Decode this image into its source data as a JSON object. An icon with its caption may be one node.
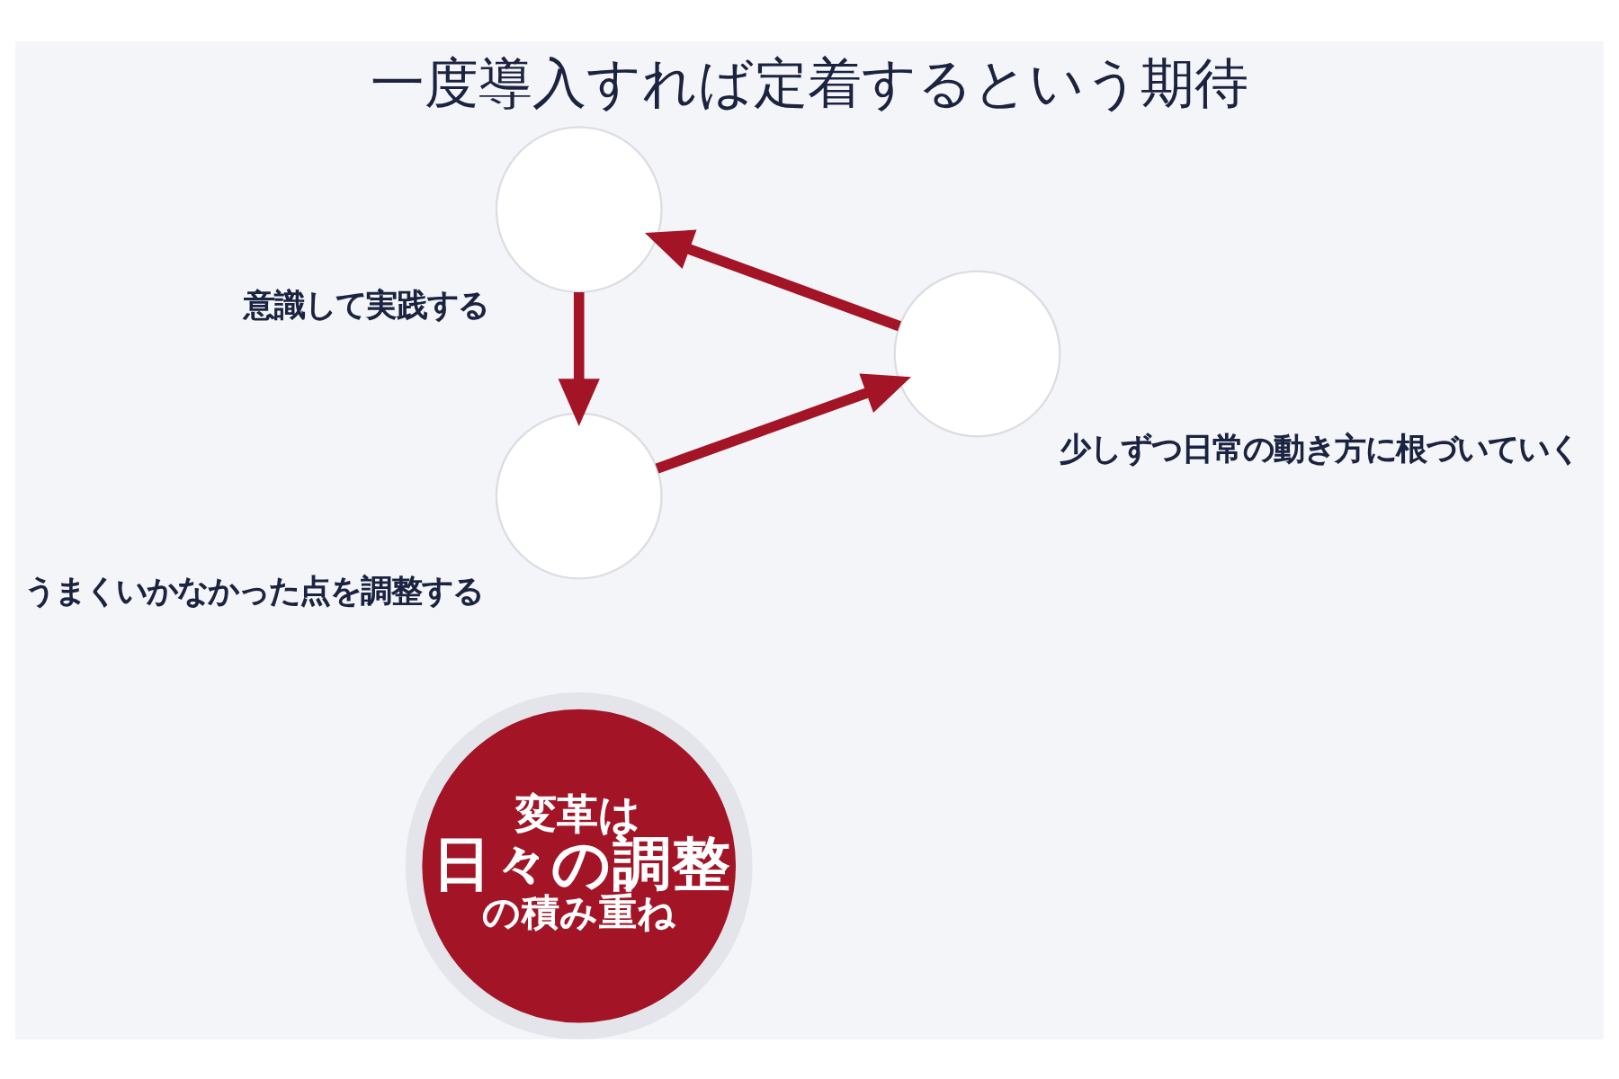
{
  "diagram": {
    "title": "一度導入すれば定着するという期待",
    "nodes": [
      {
        "text": [
          "変革は",
          "日々の調整",
          "の積み重ね"
        ]
      },
      {
        "text": [],
        "shape": "circle",
        "beside": [
          "意識して実践する"
        ]
      },
      {
        "text": [],
        "shape": "circle",
        "beside": [
          "うまくいかなかった点を調整する"
        ]
      },
      {
        "text": [],
        "shape": "circle",
        "beside": [
          "少しずつ日常の動き方に根づいていく"
        ]
      }
    ],
    "edges": [
      {
        "from": 3,
        "to": 1,
        "arrow": "to"
      },
      {
        "from": 1,
        "to": 2,
        "arrow": "to"
      },
      {
        "from": 2,
        "to": 3,
        "arrow": "to"
      }
    ]
  }
}
